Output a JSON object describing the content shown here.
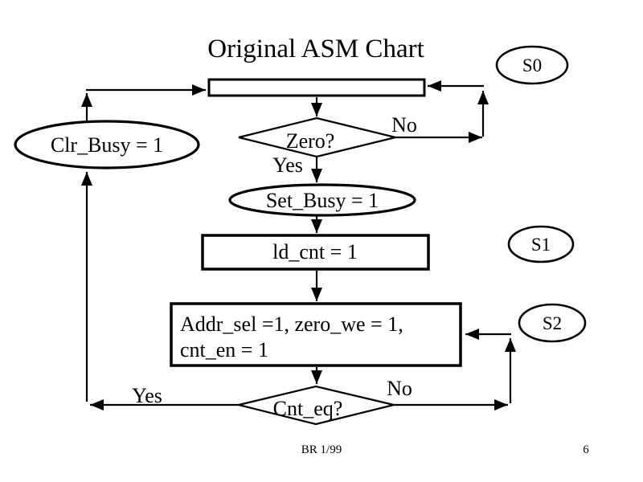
{
  "slide": {
    "title": "Original ASM Chart",
    "background_color": "#ffffff",
    "ink_color": "#000000",
    "footer": {
      "credit": "BR 1/99",
      "page_number": "6"
    }
  },
  "diagram": {
    "type": "asm-flowchart",
    "state_bubbles": [
      {
        "label": "S0"
      },
      {
        "label": "S1"
      },
      {
        "label": "S2"
      }
    ],
    "nodes": {
      "state_box_s0": {
        "label": ""
      },
      "zero_decision": {
        "label": "Zero?"
      },
      "clr_busy_output": {
        "label": "Clr_Busy = 1"
      },
      "set_busy_output": {
        "label": "Set_Busy = 1"
      },
      "ld_cnt_state_box": {
        "label": "ld_cnt = 1"
      },
      "s2_state_box": {
        "label_line1": "Addr_sel =1, zero_we = 1,",
        "label_line2": "cnt_en = 1"
      },
      "cnt_eq_decision": {
        "label": "Cnt_eq?"
      }
    },
    "edge_labels": {
      "zero_no": "No",
      "zero_yes": "Yes",
      "cnt_eq_no": "No",
      "cnt_eq_yes": "Yes"
    }
  }
}
